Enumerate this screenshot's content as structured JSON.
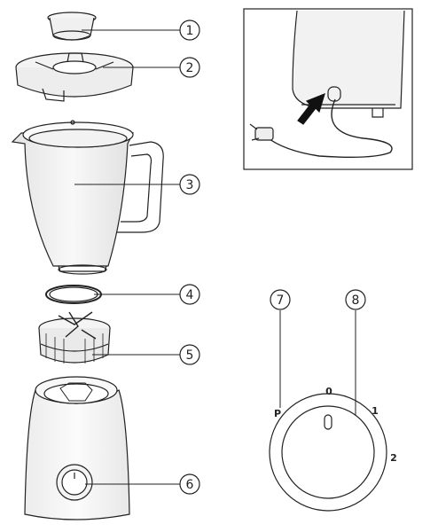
{
  "callouts": {
    "c1": "1",
    "c2": "2",
    "c3": "3",
    "c4": "4",
    "c5": "5",
    "c6": "6",
    "c7": "7",
    "c8": "8"
  },
  "dial": {
    "pulse": "P",
    "off": "0",
    "speed1": "1",
    "speed2": "2"
  },
  "colors": {
    "stroke": "#222222",
    "jar_fill": "#f2f2f2",
    "base_fill": "#f7f7f7",
    "arrow": "#111111"
  }
}
